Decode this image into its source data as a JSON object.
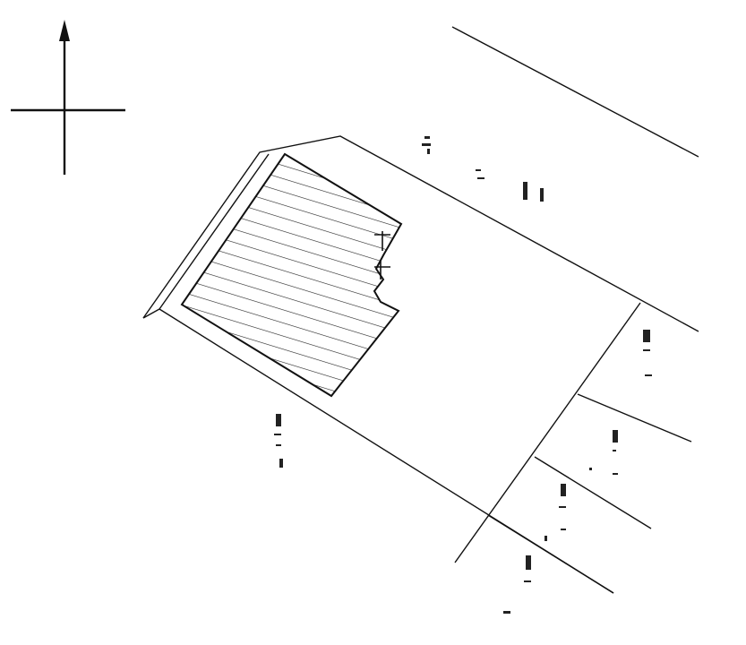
{
  "diagram": {
    "type": "site-plan",
    "colors": {
      "ink": "#111111",
      "background": "#ffffff"
    },
    "icons": {
      "north": "north-arrow-icon"
    },
    "elements": [
      "north-arrow",
      "road-edge",
      "site-boundary",
      "hatched-building",
      "adjacent-lots"
    ]
  }
}
